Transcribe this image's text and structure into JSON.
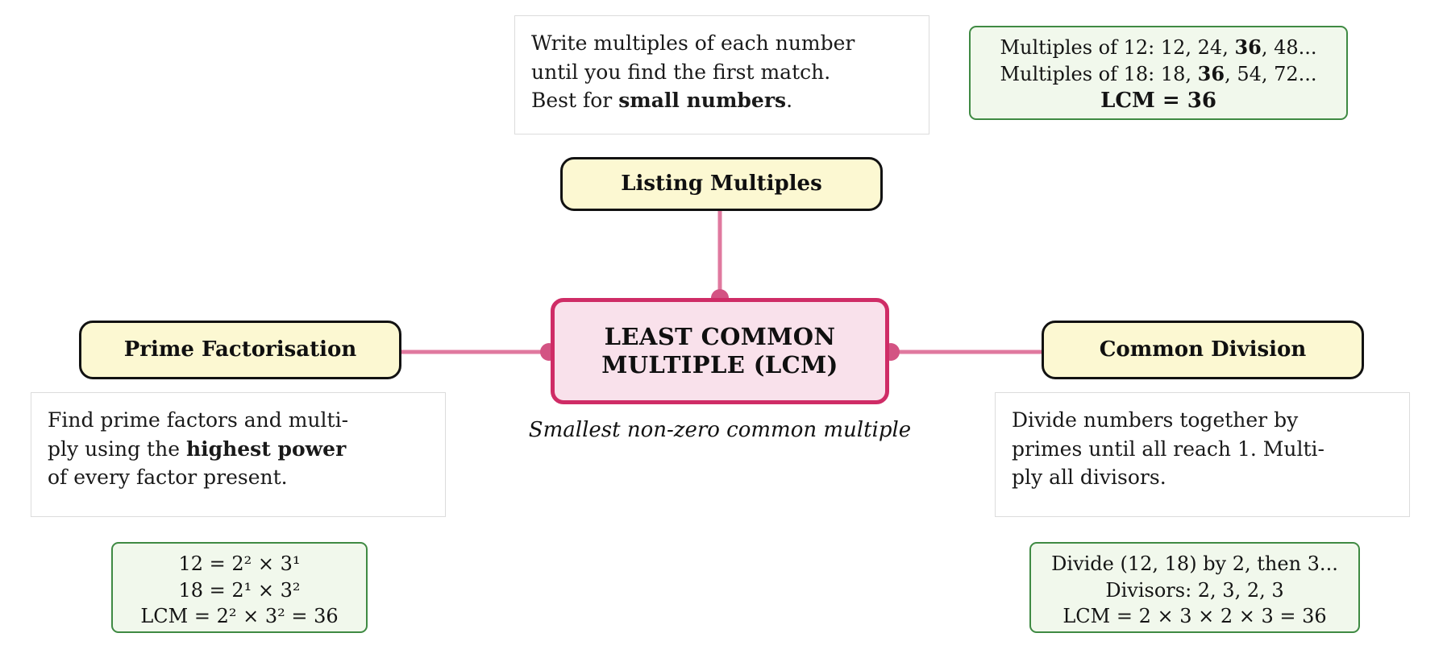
{
  "diagram": {
    "type": "mind-map",
    "title": "Least Common Multiple methods mind map",
    "center": {
      "label_line1": "LEAST COMMON",
      "label_line2": "MULTIPLE (LCM)",
      "subtitle": "Smallest non-zero common multiple",
      "fill_color": "#f9e1eb",
      "border_color": "#cf2c66"
    },
    "edge_color": "#e0799f",
    "node_fill_color": "#fcf8d2",
    "node_border_color": "#121212",
    "example_fill_color": "#f1f8ec",
    "example_border_color": "#3f8a43",
    "desc_border_color": "#dcdcdc",
    "branches": [
      {
        "id": "listing-multiples",
        "label": "Listing Multiples",
        "description": {
          "line1": "Write multiples of each number",
          "line2": "until you find the first match.",
          "line3_prefix": "Best for ",
          "line3_bold": "small numbers",
          "line3_suffix": "."
        },
        "example": {
          "line1_prefix": "Multiples of 12: 12, 24, ",
          "line1_bold": "36",
          "line1_suffix": ", 48...",
          "line2_prefix": "Multiples of 18: 18, ",
          "line2_bold": "36",
          "line2_suffix": ", 54, 72...",
          "line3_bold": "LCM = 36"
        }
      },
      {
        "id": "prime-factorisation",
        "label": "Prime Factorisation",
        "description": {
          "line1": "Find prime factors and multi-",
          "line2_prefix": "ply using the ",
          "line2_bold": "highest power",
          "line3": "of every factor present."
        },
        "example": {
          "line1": "12 = 2² × 3¹",
          "line2": "18 = 2¹ × 3²",
          "line3": "LCM = 2² × 3² = 36"
        }
      },
      {
        "id": "common-division",
        "label": "Common Division",
        "description": {
          "line1": "Divide numbers together by",
          "line2": "primes until all reach 1. Multi-",
          "line3": "ply all divisors."
        },
        "example": {
          "line1": "Divide (12, 18) by 2, then 3...",
          "line2": "Divisors: 2, 3, 2, 3",
          "line3": "LCM = 2 × 3 × 2 × 3 = 36"
        }
      }
    ]
  }
}
